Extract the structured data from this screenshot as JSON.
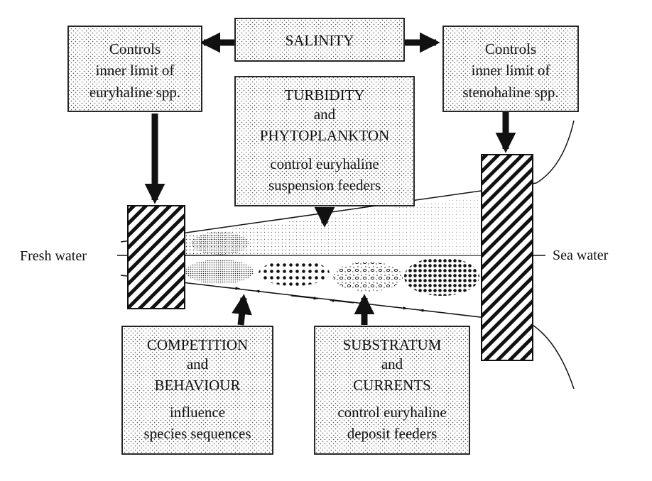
{
  "boxes": {
    "salinity": {
      "lines": [
        "SALINITY"
      ]
    },
    "euryhaline_limit": {
      "lines": [
        "Controls",
        "inner limit of",
        "euryhaline spp."
      ]
    },
    "stenohaline_limit": {
      "lines": [
        "Controls",
        "inner limit of",
        "stenohaline spp."
      ]
    },
    "turbidity": {
      "lines": [
        "TURBIDITY",
        "and",
        "PHYTOPLANKTON",
        "control euryhaline",
        "suspension feeders"
      ]
    },
    "competition": {
      "lines": [
        "COMPETITION",
        "and",
        "BEHAVIOUR",
        "influence",
        "species sequences"
      ]
    },
    "substratum": {
      "lines": [
        "SUBSTRATUM",
        "and",
        "CURRENTS",
        "control euryhaline",
        "deposit feeders"
      ]
    }
  },
  "labels": {
    "fresh_water": "Fresh water",
    "sea_water": "Sea water"
  }
}
